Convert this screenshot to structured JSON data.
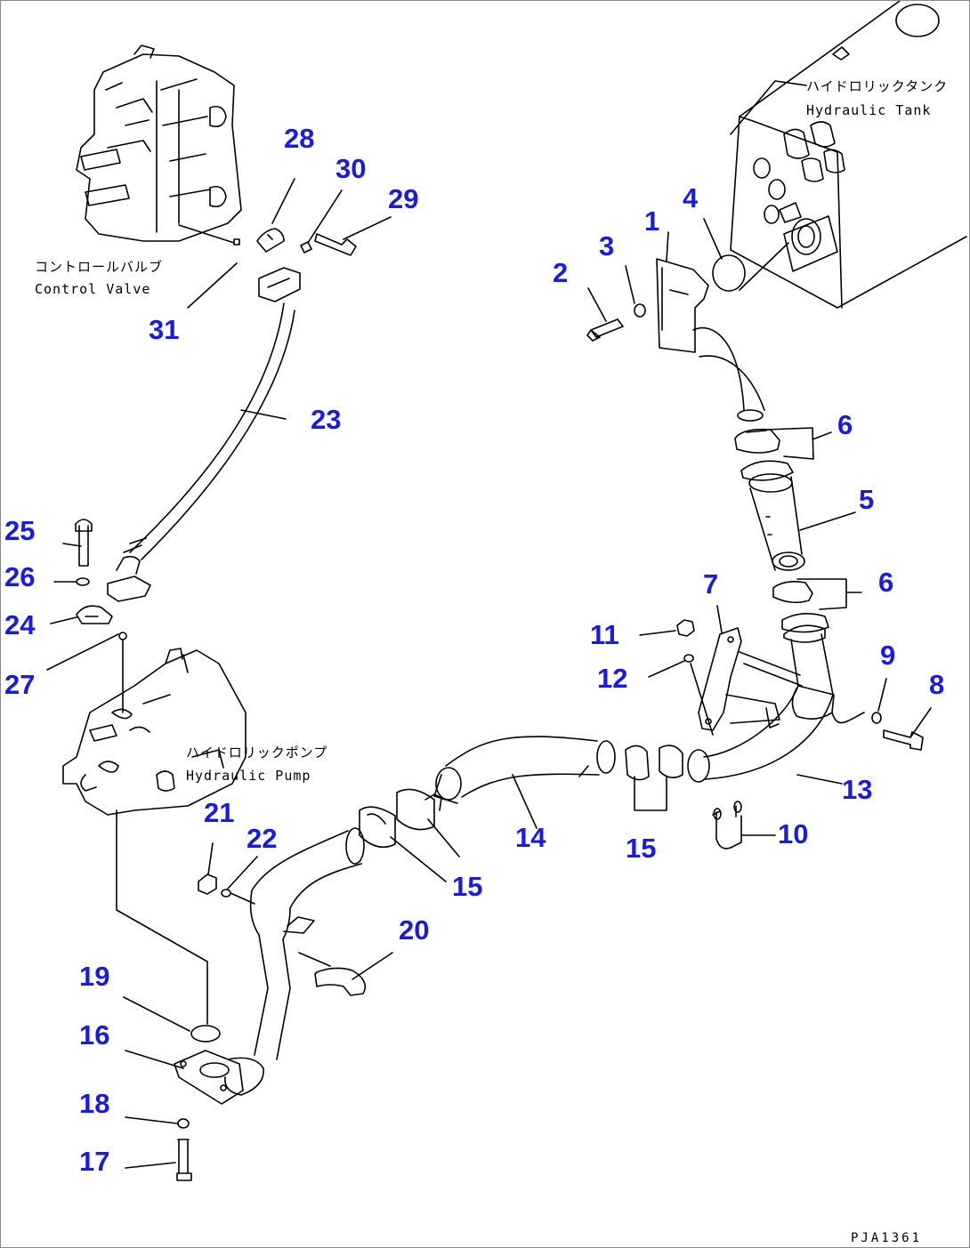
{
  "drawing_code": "PJA1361",
  "components": [
    {
      "id": "hydraulic-tank",
      "jp": "ハイドロリックタンク",
      "en": "Hydraulic Tank"
    },
    {
      "id": "control-valve",
      "jp": "コントロールバルブ",
      "en": "Control Valve"
    },
    {
      "id": "hydraulic-pump",
      "jp": "ハイドロリックポンプ",
      "en": "Hydraulic Pump"
    }
  ],
  "callouts": [
    "1",
    "2",
    "3",
    "4",
    "5",
    "6",
    "6",
    "7",
    "8",
    "9",
    "10",
    "11",
    "12",
    "13",
    "14",
    "15",
    "15",
    "16",
    "17",
    "18",
    "19",
    "20",
    "21",
    "22",
    "23",
    "24",
    "25",
    "26",
    "27",
    "28",
    "29",
    "30",
    "31"
  ],
  "colors": {
    "callout": "#1a1ae6",
    "line": "#000000",
    "background": "#ffffff"
  }
}
